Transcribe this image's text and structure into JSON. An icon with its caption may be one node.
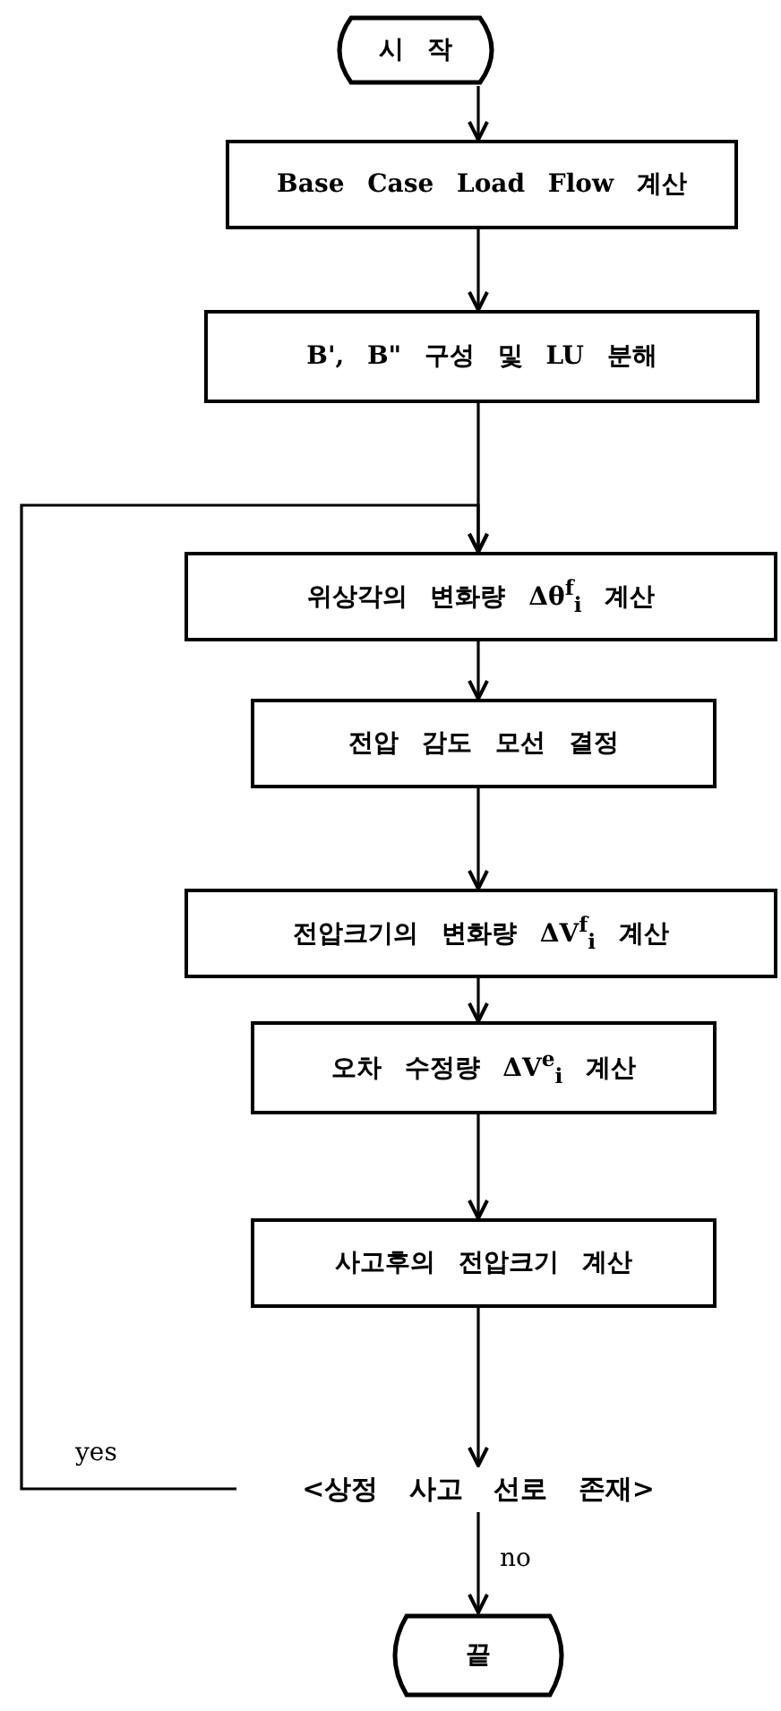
{
  "diagram": {
    "nodes": [
      {
        "text": [
          "시 작"
        ]
      },
      {
        "text": [
          "Base Case Load Flow 계산"
        ]
      },
      {
        "text": [
          "B', B\" 구성 및 LU 분해"
        ]
      },
      {
        "text": [
          "위상각의 변화량 Δθ$^{f}$$_{i}$ 계산"
        ]
      },
      {
        "text": [
          "전압 감도 모선 결정"
        ]
      },
      {
        "text": [
          "전압크기의 변화량 ΔV$^{f}$$_{i}$ 계산"
        ]
      },
      {
        "text": [
          "오차 수정량 ΔV$^{e}$$_{i}$ 계산"
        ]
      },
      {
        "text": [
          "사고후의 전압크기 계산"
        ]
      },
      {
        "text": [
          "<상정 사고 선로 존재>"
        ]
      },
      {
        "text": [
          "끝"
        ]
      }
    ],
    "edges": [
      {
        "from": 0,
        "to": 1,
        "arrow": "to"
      },
      {
        "from": 1,
        "to": 2,
        "arrow": "to"
      },
      {
        "from": 2,
        "to": 3,
        "arrow": "to"
      },
      {
        "from": 3,
        "to": 4,
        "arrow": "to"
      },
      {
        "from": 4,
        "to": 5,
        "arrow": "to"
      },
      {
        "from": 5,
        "to": 6,
        "arrow": "to"
      },
      {
        "from": 6,
        "to": 7,
        "arrow": "to"
      },
      {
        "from": 7,
        "to": 8,
        "arrow": "to"
      },
      {
        "from": 8,
        "to": 3,
        "arrow": "to",
        "label": "yes"
      },
      {
        "from": 8,
        "to": 9,
        "arrow": "to",
        "label": "no"
      }
    ]
  }
}
